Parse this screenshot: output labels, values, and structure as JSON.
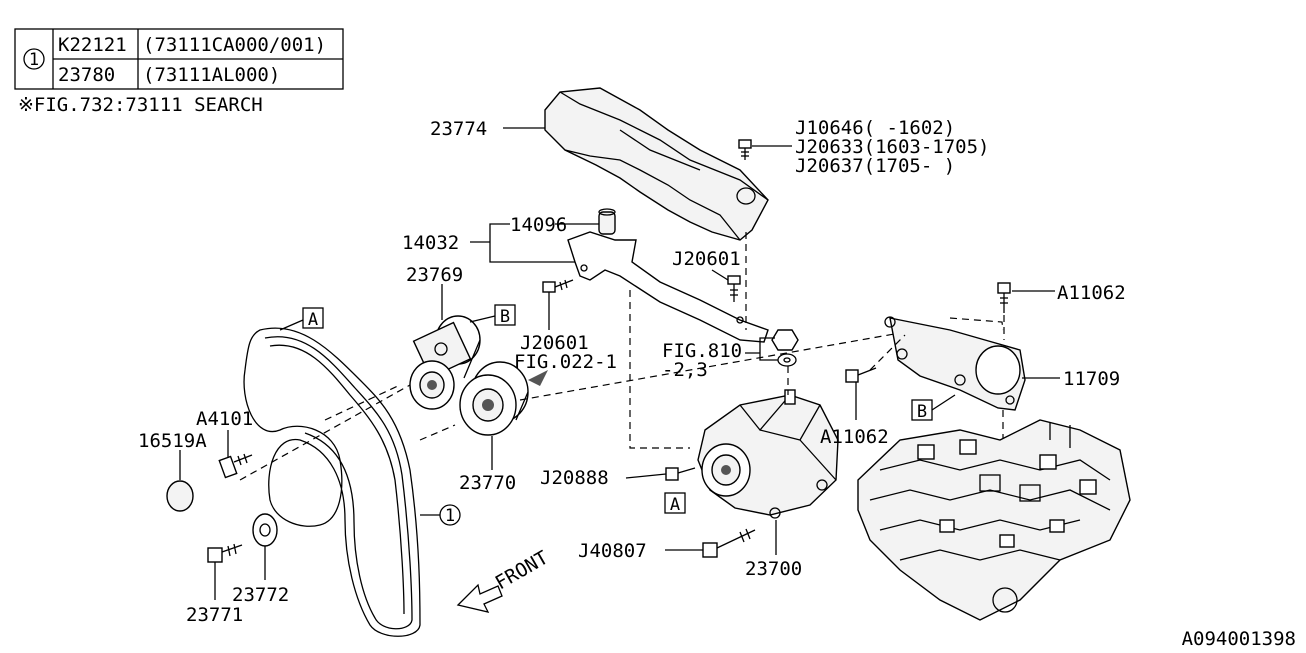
{
  "table": {
    "marker": "1",
    "rows": [
      {
        "part": "K22121",
        "ref": "(73111CA000/001)"
      },
      {
        "part": "23780",
        "ref": "(73111AL000)"
      }
    ],
    "note": "※FIG.732:73111 SEARCH"
  },
  "labels": {
    "shield": "23774",
    "bolt_a": "J10646(     -1602)",
    "bolt_b": "J20633(1603-1705)",
    "bolt_c": "J20637(1705-     )",
    "bracket": "14032",
    "bushing": "14096",
    "bolt_j20601_right": "J20601",
    "idler": "23769",
    "bolt_j20601_left": "J20601",
    "figref": "FIG.022-1",
    "figref2_a": "FIG.810",
    "figref2_b": "-2,3",
    "bolt_a11062_top": "A11062",
    "bracket_alt": "11709",
    "bolt_a11062_mid": "A11062",
    "bolt_a4101": "A4101",
    "cap": "16519A",
    "tensioner": "23770",
    "bolt_j20888": "J20888",
    "alternator": "23700",
    "bolt_j40807": "J40807",
    "washer": "23772",
    "bolt_23771": "23771",
    "belt_marker": "1",
    "callout_a": "A",
    "callout_b": "B",
    "front": "FRONT",
    "diagram_id": "A094001398"
  }
}
